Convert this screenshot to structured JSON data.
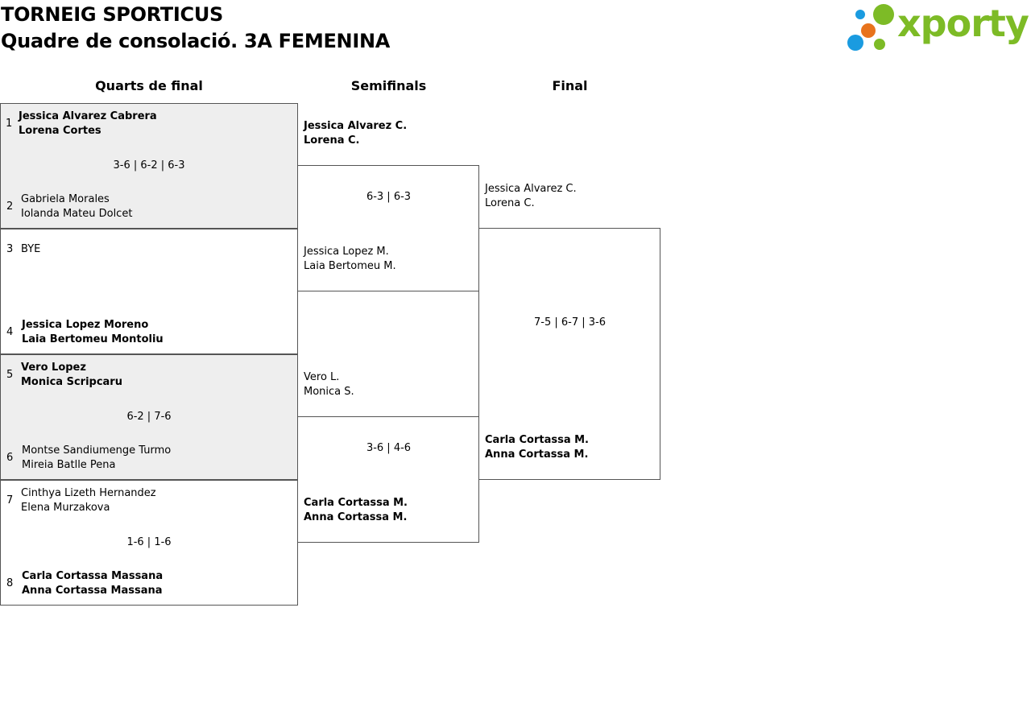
{
  "header": {
    "title": "TORNEIG SPORTICUS",
    "subtitle": "Quadre de consolació. 3A FEMENINA",
    "logo_text": "xporty",
    "colors": {
      "logo_green": "#7dbb26",
      "logo_blue": "#1a9be0",
      "logo_orange": "#e8731c"
    }
  },
  "columns": {
    "quarters": "Quarts de final",
    "semis": "Semifinals",
    "final": "Final"
  },
  "quarters": [
    {
      "score": "3-6 | 6-2 | 6-3",
      "top": {
        "seed": "1",
        "p1": "Jessica Alvarez Cabrera",
        "p2": "Lorena Cortes"
      },
      "bottom": {
        "seed": "2",
        "p1": "Gabriela Morales",
        "p2": "Iolanda Mateu Dolcet"
      }
    },
    {
      "score": "",
      "top": {
        "seed": "3",
        "p1": "BYE",
        "p2": ""
      },
      "bottom": {
        "seed": "4",
        "p1": "Jessica Lopez Moreno",
        "p2": "Laia Bertomeu Montoliu"
      }
    },
    {
      "score": "6-2 | 7-6",
      "top": {
        "seed": "5",
        "p1": "Vero Lopez",
        "p2": "Monica Scripcaru"
      },
      "bottom": {
        "seed": "6",
        "p1": "Montse Sandiumenge Turmo",
        "p2": "Mireia Batlle Pena"
      }
    },
    {
      "score": "1-6 | 1-6",
      "top": {
        "seed": "7",
        "p1": "Cinthya Lizeth Hernandez",
        "p2": "Elena Murzakova"
      },
      "bottom": {
        "seed": "8",
        "p1": "Carla Cortassa Massana",
        "p2": "Anna Cortassa Massana"
      }
    }
  ],
  "semis": [
    {
      "score": "6-3 | 6-3",
      "top": {
        "p1": "Jessica Alvarez C.",
        "p2": "Lorena C."
      },
      "bottom": {
        "p1": "Jessica Lopez M.",
        "p2": "Laia Bertomeu M."
      }
    },
    {
      "score": "3-6 | 4-6",
      "top": {
        "p1": "Vero L.",
        "p2": "Monica S."
      },
      "bottom": {
        "p1": "Carla Cortassa M.",
        "p2": "Anna Cortassa M."
      }
    }
  ],
  "final": {
    "score": "7-5 | 6-7 | 3-6",
    "top": {
      "p1": "Jessica Alvarez C.",
      "p2": "Lorena C."
    },
    "bottom": {
      "p1": "Carla Cortassa M.",
      "p2": "Anna Cortassa M."
    }
  }
}
